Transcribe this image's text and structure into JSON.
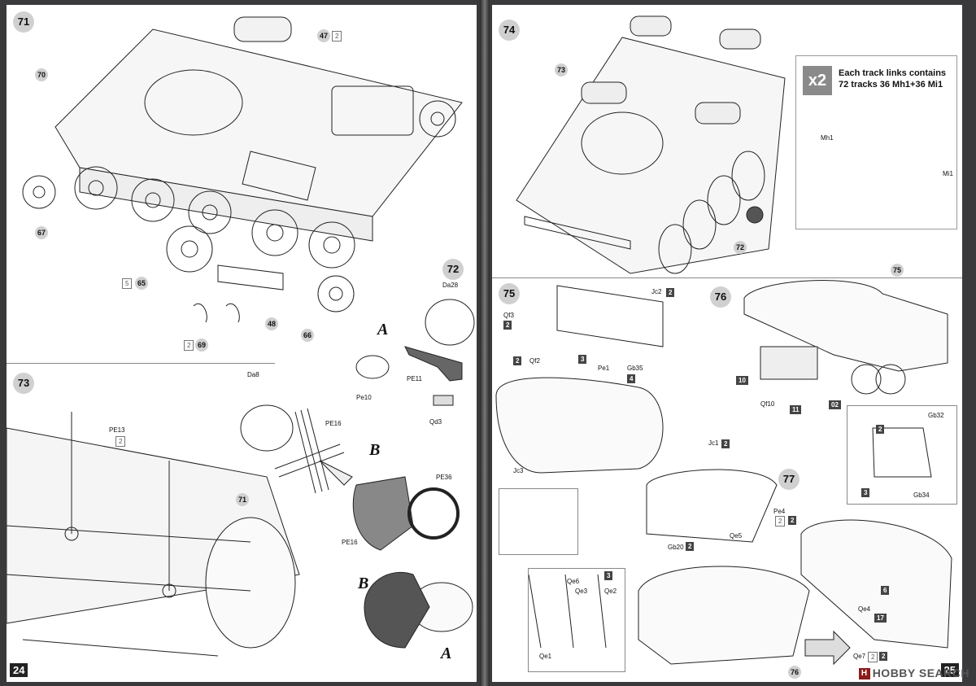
{
  "pages": {
    "left_number": "24",
    "right_number": "25"
  },
  "steps": {
    "s71": "71",
    "s72": "72",
    "s73": "73",
    "s74": "74",
    "s75": "75",
    "s76": "76",
    "s77": "77"
  },
  "left": {
    "callouts": [
      "47",
      "70",
      "67",
      "65",
      "48",
      "69",
      "66",
      "71"
    ],
    "qty": {
      "p47": "2",
      "p65": "5",
      "p69": "2",
      "pe13": "2"
    },
    "labels": {
      "da28": "Da28",
      "pe10": "Pe10",
      "pe11": "PE11",
      "qd3": "Qd3",
      "da8": "Da8",
      "pe16a": "PE16",
      "pe16b": "PE16",
      "pe36": "PE36",
      "pe13": "PE13"
    },
    "letters": {
      "a1": "A",
      "b1": "B",
      "b2": "B",
      "a2": "A"
    }
  },
  "right": {
    "callouts": {
      "c73": "73",
      "c72": "72",
      "c75a": "75",
      "c76": "76"
    },
    "track_note": {
      "mult": "x2",
      "text": "Each track links contains 72 tracks 36 Mh1+36 Mi1",
      "mh1": "Mh1",
      "mi1": "Mi1"
    },
    "labels": {
      "qf3": "Qf3",
      "qf2": "Qf2",
      "jc2": "Jc2",
      "pe1": "Pe1",
      "gb35": "Gb35",
      "jc3": "Jc3",
      "qf10": "Qf10",
      "gb32": "Gb32",
      "gb34": "Gb34",
      "jc1": "Jc1",
      "pe4": "Pe4",
      "qe5": "Qe5",
      "gb20": "Gb20",
      "qe6": "Qe6",
      "qe3": "Qe3",
      "qe2": "Qe2",
      "qe1": "Qe1",
      "qe4": "Qe4",
      "qe7": "Qe7"
    },
    "boxes": {
      "b_qf3": "2",
      "b_qf2": "2",
      "b_jc2": "2",
      "b_pe1": "3",
      "b_gb35": "4",
      "b10": "10",
      "b11": "11",
      "b02": "02",
      "b76a": "2",
      "b76b": "3",
      "b_jc1": "2",
      "b_pe4": "2",
      "b_gb20": "2",
      "b77": "3",
      "b6": "6",
      "b17": "17",
      "b_qe7": "2"
    },
    "qty": {
      "pe4": "2",
      "qe7": "2"
    }
  },
  "watermark": "HOBBY SEARCH"
}
